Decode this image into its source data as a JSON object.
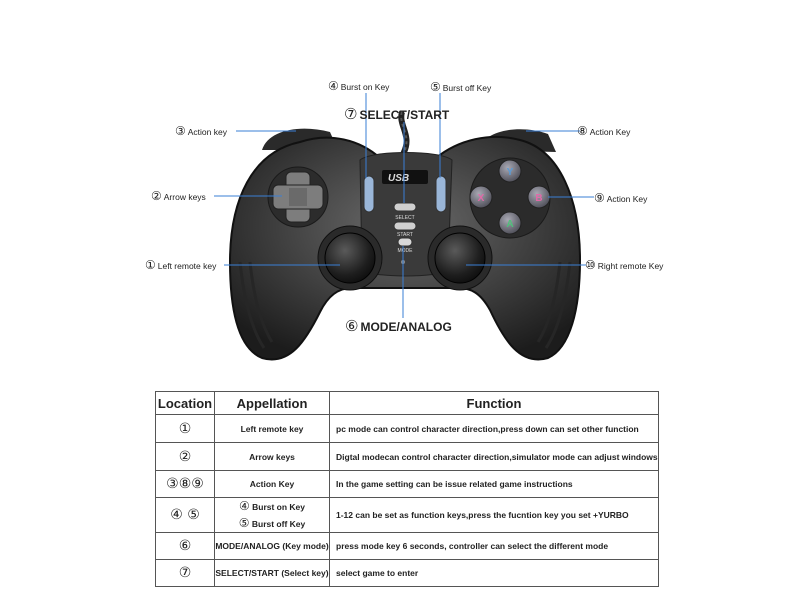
{
  "labels": {
    "burst_on": {
      "num": "④",
      "text": "Burst on Key"
    },
    "burst_off": {
      "num": "⑤",
      "text": "Burst off Key"
    },
    "select_start": {
      "num": "⑦",
      "text": "SELECT/START"
    },
    "action_left": {
      "num": "③",
      "text": "Action key"
    },
    "action_right_top": {
      "num": "⑧",
      "text": "Action Key"
    },
    "arrow": {
      "num": "②",
      "text": "Arrow keys"
    },
    "action_right": {
      "num": "⑨",
      "text": "Action Key"
    },
    "left_remote": {
      "num": "①",
      "text": "Left remote key"
    },
    "right_remote": {
      "num": "⑩",
      "text": "Right remote Key"
    },
    "mode_analog": {
      "num": "⑥",
      "text": "MODE/ANALOG"
    }
  },
  "controller": {
    "brand": "USB",
    "face_buttons": {
      "top": "Y",
      "left": "X",
      "right": "B",
      "bottom": "A"
    },
    "select_label": "SELECT",
    "start_label": "START",
    "mode_label": "MODE"
  },
  "table": {
    "headers": [
      "Location",
      "Appellation",
      "Function"
    ],
    "rows": [
      {
        "location": "①",
        "appellation": "Left remote key",
        "function": "pc mode can control character direction,press down can set other function"
      },
      {
        "location": "②",
        "appellation": "Arrow keys",
        "function": "Digtal modecan control character direction,simulator mode can adjust windows"
      },
      {
        "location": "③⑧⑨",
        "appellation": "Action Key",
        "function": "In the game setting can be issue related game instructions"
      },
      {
        "location": "④ ⑤",
        "appellation_lines": [
          {
            "num": "④",
            "text": "Burst on Key"
          },
          {
            "num": "⑤",
            "text": "Burst off Key"
          }
        ],
        "function": "1-12 can be set as function keys,press the fucntion key you set +YURBO"
      },
      {
        "location": "⑥",
        "appellation": "MODE/ANALOG (Key mode)",
        "function": "press mode key 6 seconds, controller can select the different mode"
      },
      {
        "location": "⑦",
        "appellation": "SELECT/START (Select key)",
        "function": "select game to enter"
      }
    ]
  }
}
